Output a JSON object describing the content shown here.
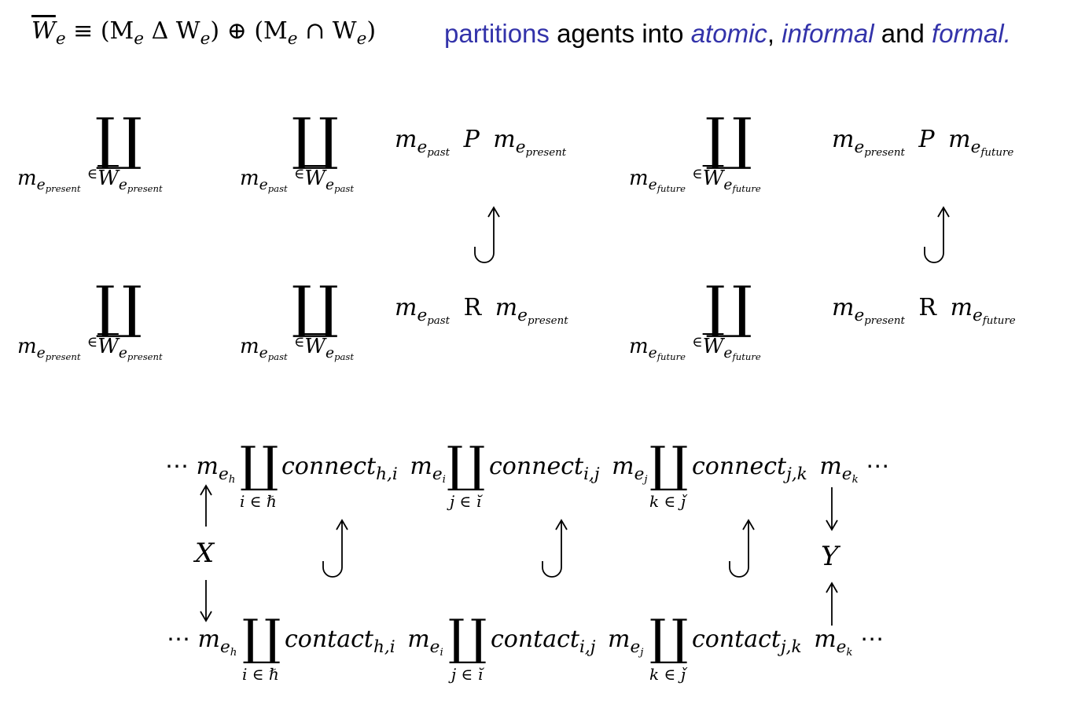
{
  "header": {
    "formula_lhs": "W",
    "formula_lhs_sub": "e",
    "formula_rest_1": " ≡ (M",
    "formula_rest_2": " Δ W",
    "formula_rest_3": ")  ⊕  (M",
    "formula_rest_4": " ∩ W",
    "formula_rest_5": ")",
    "word_partitions": "partitions",
    "word_agents_into": " agents into ",
    "word_atomic": "atomic",
    "word_comma": ", ",
    "word_informal": "informal",
    "word_and": " and ",
    "word_formal": "formal."
  },
  "symbols": {
    "coproduct": "∐",
    "in": "∈",
    "dots": "⋯"
  },
  "grid": {
    "P": "P",
    "R": "R",
    "m": "m",
    "e": "e",
    "present": "present",
    "past": "past",
    "future": "future",
    "W": "W"
  },
  "chain": {
    "connect": "connect",
    "contact": "contact",
    "X": "X",
    "Y": "Y",
    "h": "h",
    "i": "i",
    "j": "j",
    "k": "k",
    "hi": "h,i",
    "ij": "i,j",
    "jk": "j,k",
    "under_1": "i ∈ ℏ",
    "under_2": "j ∈ ĭ",
    "under_3": "k ∈ ǰ"
  }
}
